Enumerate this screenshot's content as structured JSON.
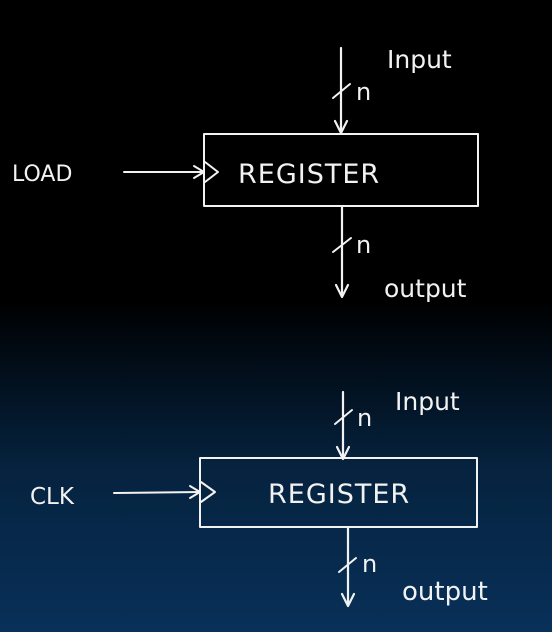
{
  "diagram": {
    "top": {
      "input_label": "Input",
      "output_label": "output",
      "bus_width": "n",
      "control_label": "LOAD",
      "block_label": "REGISTER"
    },
    "bottom": {
      "input_label": "Input",
      "output_label": "output",
      "bus_width": "n",
      "control_label": "CLK",
      "block_label": "REGISTER"
    }
  }
}
